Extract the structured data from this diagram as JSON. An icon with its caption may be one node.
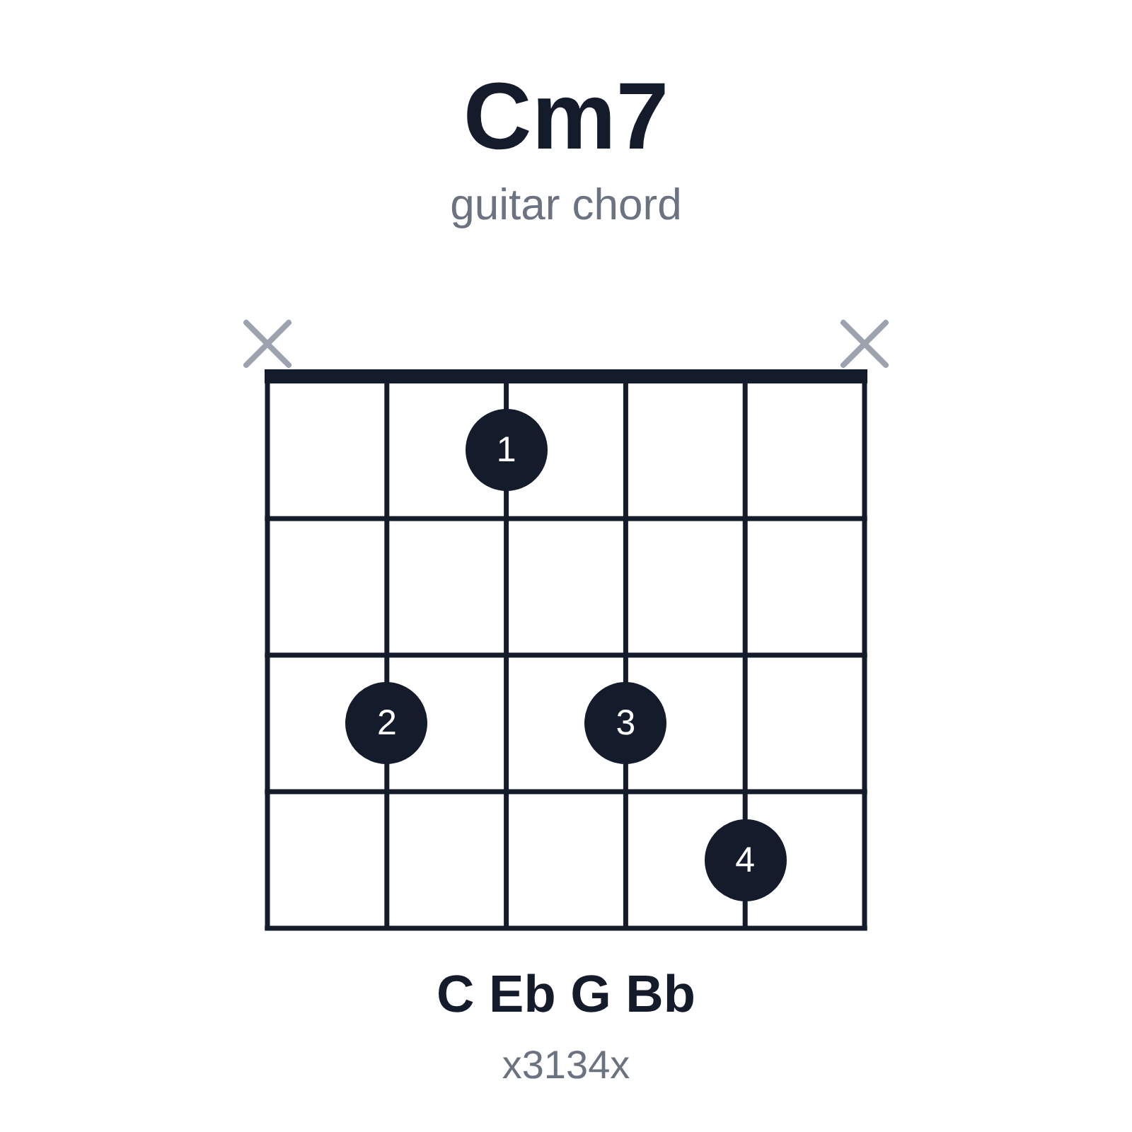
{
  "diagram": {
    "title": "Cm7",
    "nodes": [
      {
        "text": [
          "1"
        ]
      },
      {
        "text": [
          "2"
        ]
      },
      {
        "text": [
          "3"
        ]
      },
      {
        "text": [
          "4"
        ]
      }
    ],
    "edges": [],
    "labels": [
      "guitar chord",
      "C Eb G Bb",
      "x3134x"
    ]
  }
}
